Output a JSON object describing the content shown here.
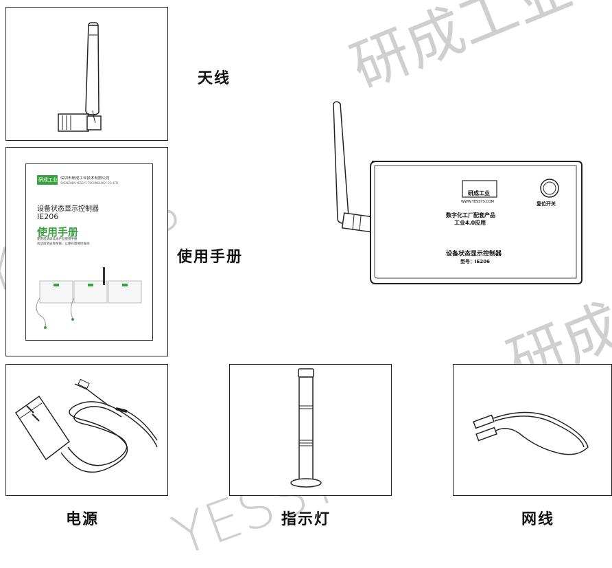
{
  "labels": {
    "antenna": "天线",
    "manual": "使用手册",
    "power": "电源",
    "indicator": "指示灯",
    "cable": "网线"
  },
  "manual_cover": {
    "logo_text": "研成工业",
    "company_cn": "深圳市研成工业技术有限公司",
    "company_en": "SHENZHEN YESSYS TECHNOLOGY CO.,LTD",
    "product_name": "设备状态显示控制器",
    "model": "IE206",
    "title": "使用手册",
    "bullet_1": "使用前请阅读本产品使用手册",
    "bullet_2": "阅读后请妥善保管，以便在需要时查阅"
  },
  "device": {
    "logo_text": "研成工业",
    "website": "WWW.YESSYS.COM",
    "reset_label": "复位开关",
    "tagline_1": "数字化工厂配套产品",
    "tagline_2": "工业4.0应用",
    "product_name": "设备状态显示控制器",
    "model_line": "型号：IE206"
  },
  "watermarks": {
    "company": "研成工业",
    "brand": "YESSYS"
  },
  "colors": {
    "brand_green": "#3aa142",
    "border": "#222222",
    "watermark": "#cfcfcf"
  }
}
